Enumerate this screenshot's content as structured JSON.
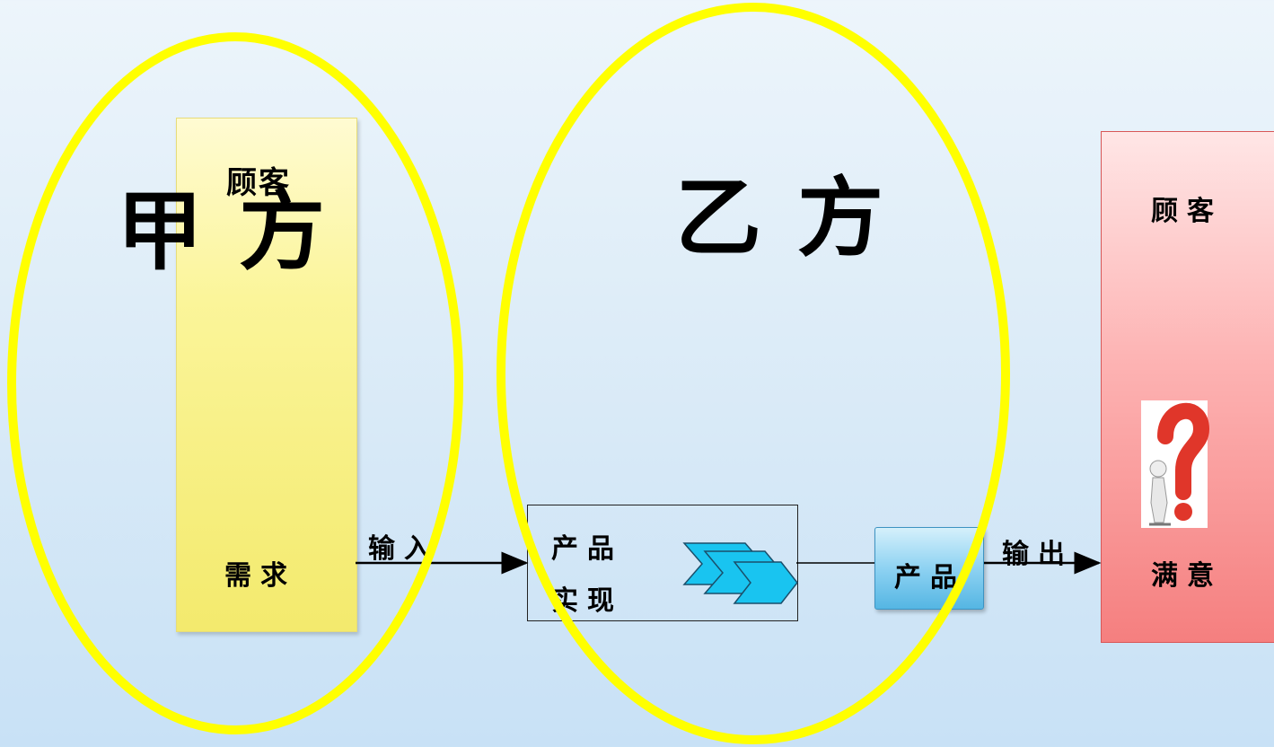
{
  "party_a": {
    "title": "甲方",
    "customer_label": "顾客",
    "requirement_label": "需求"
  },
  "party_b": {
    "title": "乙方",
    "implementation_label_line1": "产品",
    "implementation_label_line2": "实现",
    "product_label": "产品"
  },
  "customer_side": {
    "customer_label": "顾客",
    "satisfaction_label": "满意",
    "question_icon": "person-question-mark-icon"
  },
  "flow": {
    "input_label": "输入",
    "output_label": "输出"
  },
  "colors": {
    "ellipse": "#ffff00",
    "party_a_column": "#f9f48c",
    "customer_column": "#fb9a9a",
    "chevron": "#19c4f0",
    "product_box": "#8ed2f2"
  }
}
